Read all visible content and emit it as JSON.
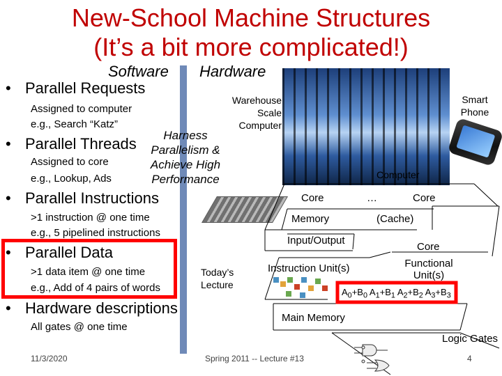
{
  "slide": {
    "title_line1": "New-School Machine Structures",
    "title_line2": "(It’s a bit more complicated!)",
    "software_label": "Software",
    "hardware_label": "Hardware",
    "bullets": [
      {
        "text": "Parallel Requests",
        "sub1": "Assigned to computer",
        "sub2": "e.g., Search “Katz”"
      },
      {
        "text": "Parallel Threads",
        "sub1": "Assigned to core",
        "sub2": "e.g., Lookup, Ads"
      },
      {
        "text": "Parallel Instructions",
        "sub1": ">1 instruction @ one time",
        "sub2": "e.g., 5 pipelined instructions"
      },
      {
        "text": "Parallel Data",
        "sub1": ">1 data item @ one time",
        "sub2": "e.g., Add of 4 pairs of words"
      },
      {
        "text": "Hardware descriptions",
        "sub1": "All gates @ one time"
      }
    ],
    "bullet_symbol": "•",
    "harness_lines": [
      "Harness",
      "Parallelism &",
      "Achieve High",
      "Performance"
    ],
    "todays_lecture_line1": "Today’s",
    "todays_lecture_line2": "Lecture",
    "warehouse_lines": [
      "Warehouse",
      "Scale",
      "Computer"
    ],
    "smart_phone_lines": [
      "Smart",
      "Phone"
    ],
    "computer_label": "Computer",
    "core_left": "Core",
    "ellipsis": "…",
    "core_right": "Core",
    "memory_label": "Memory",
    "cache_label": "(Cache)",
    "input_output_label": "Input/Output",
    "core_label": "Core",
    "instruction_unit_label": "Instruction Unit(s)",
    "functional_unit_lines": [
      "Functional",
      "Unit(s)"
    ],
    "ops": [
      {
        "a": "A",
        "ai": "0",
        "b": "B",
        "bi": "0"
      },
      {
        "a": "A",
        "ai": "1",
        "b": "B",
        "bi": "1"
      },
      {
        "a": "A",
        "ai": "2",
        "b": "B",
        "bi": "2"
      },
      {
        "a": "A",
        "ai": "3",
        "b": "B",
        "bi": "3"
      }
    ],
    "main_memory_label": "Main Memory",
    "logic_gates_label": "Logic Gates",
    "footer_date": "11/3/2020",
    "footer_course": "Spring 2011 -- Lecture #13",
    "footer_page": "4"
  },
  "colors": {
    "title": "#c00000",
    "highlight": "#ff0000",
    "divider": "#6f8ab8"
  }
}
